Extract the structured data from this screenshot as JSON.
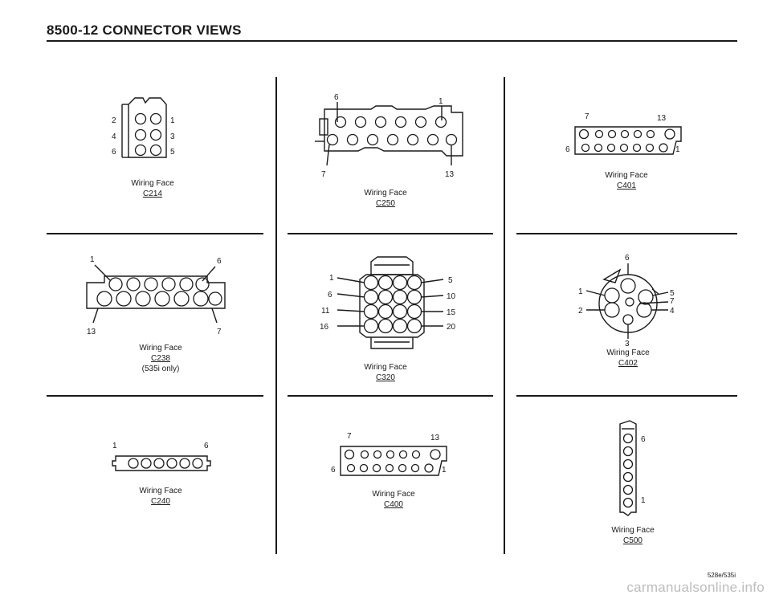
{
  "header": {
    "title": "8500-12   CONNECTOR VIEWS"
  },
  "connectors": {
    "c214": {
      "caption": "Wiring Face",
      "id": "C214",
      "pins": [
        "2",
        "1",
        "4",
        "3",
        "6",
        "5"
      ]
    },
    "c250": {
      "caption": "Wiring Face",
      "id": "C250",
      "pins": [
        "6",
        "1",
        "7",
        "13"
      ]
    },
    "c401": {
      "caption": "Wiring Face",
      "id": "C401",
      "pins": [
        "7",
        "13",
        "6",
        "1"
      ]
    },
    "c238": {
      "caption": "Wiring Face",
      "id": "C238",
      "note": "(535i only)",
      "pins": [
        "1",
        "6",
        "13",
        "7"
      ]
    },
    "c320": {
      "caption": "Wiring Face",
      "id": "C320",
      "pins": [
        "1",
        "5",
        "6",
        "10",
        "11",
        "15",
        "16",
        "20"
      ]
    },
    "c402": {
      "caption": "Wiring Face",
      "id": "C402",
      "pins": [
        "6",
        "1",
        "5",
        "7",
        "2",
        "4",
        "3"
      ]
    },
    "c240": {
      "caption": "Wiring Face",
      "id": "C240",
      "pins": [
        "1",
        "6"
      ]
    },
    "c400": {
      "caption": "Wiring Face",
      "id": "C400",
      "pins": [
        "7",
        "13",
        "6",
        "1"
      ]
    },
    "c500": {
      "caption": "Wiring Face",
      "id": "C500",
      "pins": [
        "6",
        "1"
      ]
    }
  },
  "footer": {
    "code": "528e/535i",
    "watermark": "carmanualsonline.info"
  }
}
